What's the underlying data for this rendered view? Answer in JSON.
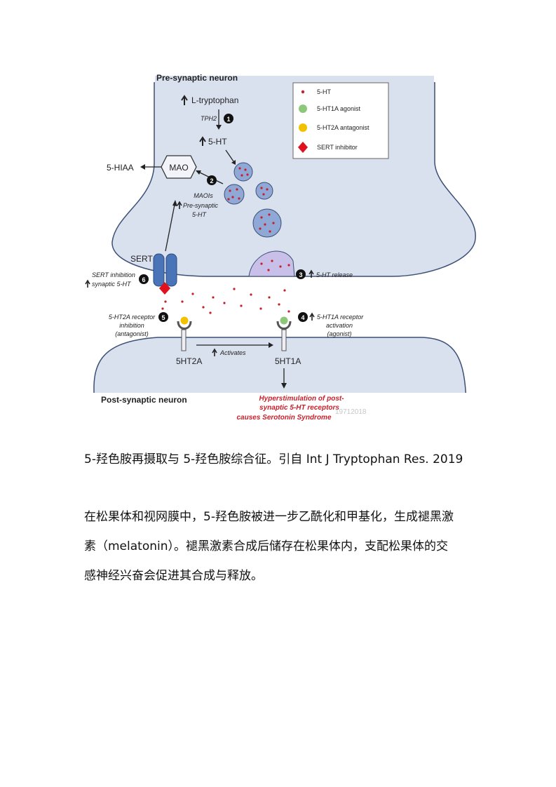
{
  "figure": {
    "pre_label": "Pre-synaptic neuron",
    "post_label": "Post-synaptic neuron",
    "tryptophan": "L-tryptophan",
    "tph2": "TPH2",
    "ht5": "5-HT",
    "mao": "MAO",
    "hiaa": "5-HIAA",
    "maois": [
      "MAOIs",
      "Pre-synaptic",
      "5-HT"
    ],
    "sert": "SERT",
    "sert_inhibition": [
      "SERT inhibition",
      "synaptic 5-HT"
    ],
    "release": "5-HT release",
    "receptor2a_label": [
      "5-HT2A receptor",
      "inhibition",
      "(antagonist)"
    ],
    "receptor1a_label": [
      "5-HT1A receptor",
      "activation",
      "(agonist)"
    ],
    "receptor2a": "5HT2A",
    "receptor1a": "5HT1A",
    "activates": "Activates",
    "hyper": [
      "Hyperstimulation of post-",
      "synaptic 5-HT receptors",
      "causes Serotonin Syndrome"
    ],
    "watermark": "19712018",
    "steps": [
      "1",
      "2",
      "3",
      "4",
      "5",
      "6"
    ],
    "legend": [
      {
        "label": "5-HT",
        "color": "#c8202a"
      },
      {
        "label": "5-HT1A agonist",
        "color": "#8dc87a"
      },
      {
        "label": "5-HT2A antagonist",
        "color": "#f2c200"
      },
      {
        "label": "SERT inhibitor",
        "color": "#e0101e"
      }
    ],
    "colors": {
      "neuron_fill": "#d9e1ef",
      "neuron_stroke": "#3c4f75",
      "vesicle_fill": "#8fa8d6",
      "sert_fill": "#4a74b8",
      "dot": "#c8202a"
    }
  },
  "caption": "5-羟色胺再摄取与 5-羟色胺综合征。引自 Int J Tryptophan Res. 2019",
  "paragraph_lines": [
    "在松果体和视网膜中，5-羟色胺被进一步乙酰化和甲基化，生成褪黑激",
    "素（melatonin）。褪黑激素合成后储存在松果体内，支配松果体的交",
    "感神经兴奋会促进其合成与释放。"
  ]
}
